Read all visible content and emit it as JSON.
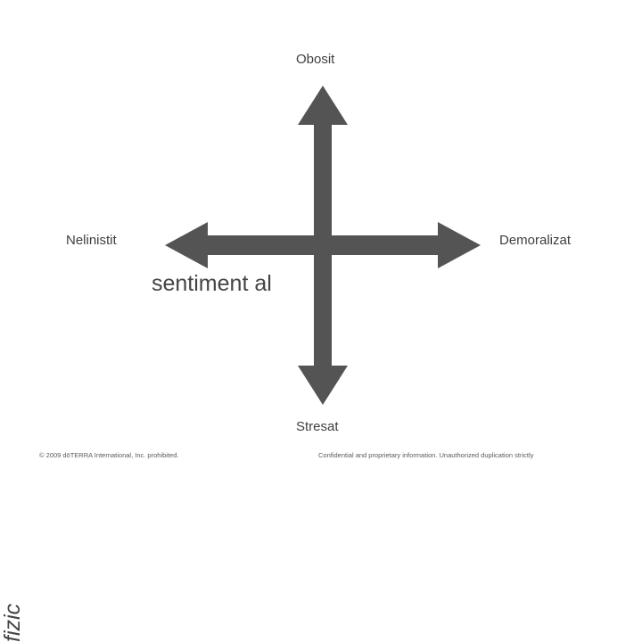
{
  "diagram": {
    "type": "four-quadrant-axis",
    "arrow_color": "#545454",
    "text_color": "#3f3f3f",
    "labels": {
      "top": "Obosit",
      "bottom": "Stresat",
      "left": "Nelinistit",
      "right": "Demoralizat",
      "vertical_axis": "fizic",
      "horizontal_axis": "sentiment al"
    }
  },
  "footer": {
    "copyright": "© 2009 dōTERRA International, Inc. prohibited.",
    "confidential": "Confidential and proprietary information. Unauthorized duplication strictly"
  }
}
